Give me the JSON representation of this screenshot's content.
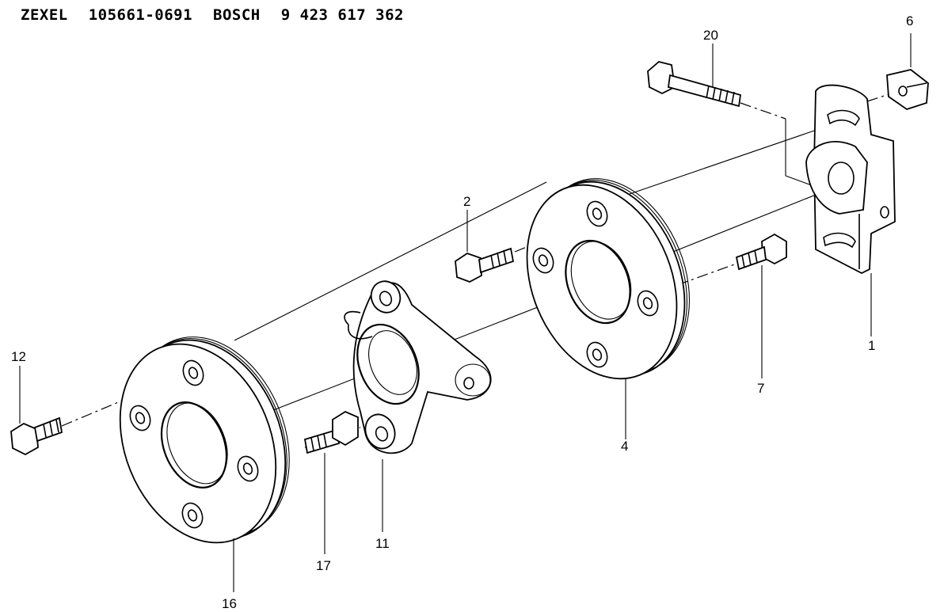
{
  "header": {
    "brand1": "ZEXEL",
    "code1": "105661-0691",
    "brand2": "BOSCH",
    "code2": "9 423 617 362"
  },
  "callouts": {
    "c1": "1",
    "c2": "2",
    "c4": "4",
    "c6": "6",
    "c7": "7",
    "c11": "11",
    "c12": "12",
    "c16": "16",
    "c17": "17",
    "c20": "20"
  }
}
